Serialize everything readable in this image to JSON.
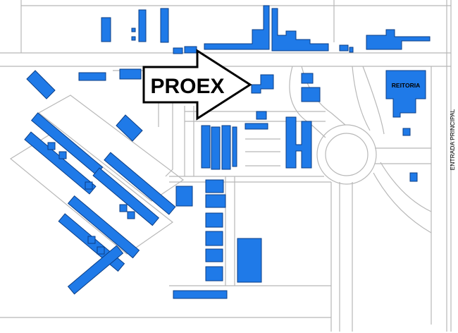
{
  "map": {
    "callout_label": "PROEX",
    "building_labels": {
      "reitoria": "REITORIA"
    },
    "road_labels": {
      "entrada": "ENTRADA PRINCIPAL"
    },
    "colors": {
      "building_fill": "#1f7ae8",
      "building_outline": "#0b3e86",
      "road_outline": "#b8b8b8",
      "background": "#ffffff",
      "callout_fill": "#ffffff",
      "callout_stroke": "#000000"
    }
  }
}
